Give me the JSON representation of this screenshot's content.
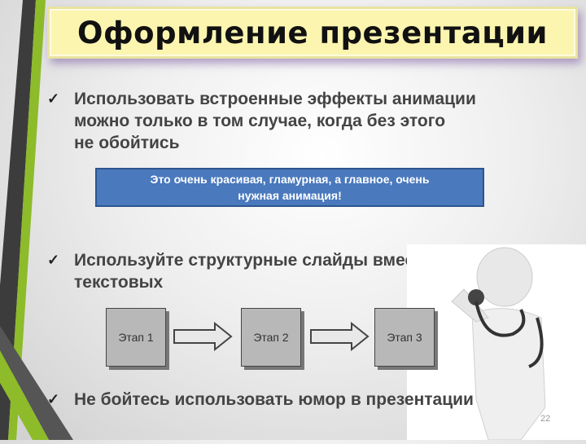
{
  "slide": {
    "title": "Оформление презентации",
    "bullets": [
      {
        "icon": "check-icon",
        "lines": [
          "Использовать встроенные эффекты анимации",
          "можно только в том случае, когда без этого",
          "не обойтись"
        ]
      },
      {
        "icon": "check-icon",
        "lines": [
          "Используйте структурные слайды вместо",
          "текстовых"
        ]
      },
      {
        "icon": "check-icon",
        "lines": [
          "Не бойтесь использовать юмор в презентации"
        ]
      }
    ],
    "callout": [
      "Это очень красивая, гламурная, а главное, очень",
      "нужная анимация!"
    ],
    "steps": [
      "Этап 1",
      "Этап 2",
      "Этап 3"
    ],
    "page_number": "22",
    "colors": {
      "title_bg": "#fbf5b0",
      "callout_bg": "#4a79bd",
      "accent_green": "#8dbb2a",
      "dark_stripe": "#3c3c3c"
    }
  }
}
